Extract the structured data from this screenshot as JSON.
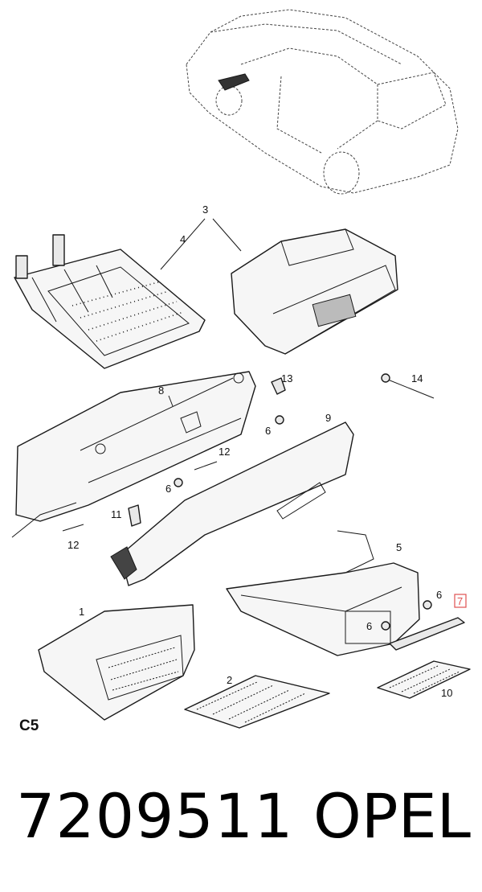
{
  "diagram": {
    "section_code": "C5",
    "callouts": {
      "c1": "1",
      "c2": "2",
      "c3": "3",
      "c4": "4",
      "c5": "5",
      "c6a": "6",
      "c6b": "6",
      "c6c": "6",
      "c6d": "6",
      "c7": "7",
      "c8": "8",
      "c9": "9",
      "c10": "10",
      "c11": "11",
      "c12a": "12",
      "c12b": "12",
      "c13": "13",
      "c14": "14"
    },
    "highlighted_callout": "7",
    "highlight_color": "#e05050"
  },
  "footer": {
    "part_number": "7209511",
    "brand": "OPEL"
  }
}
